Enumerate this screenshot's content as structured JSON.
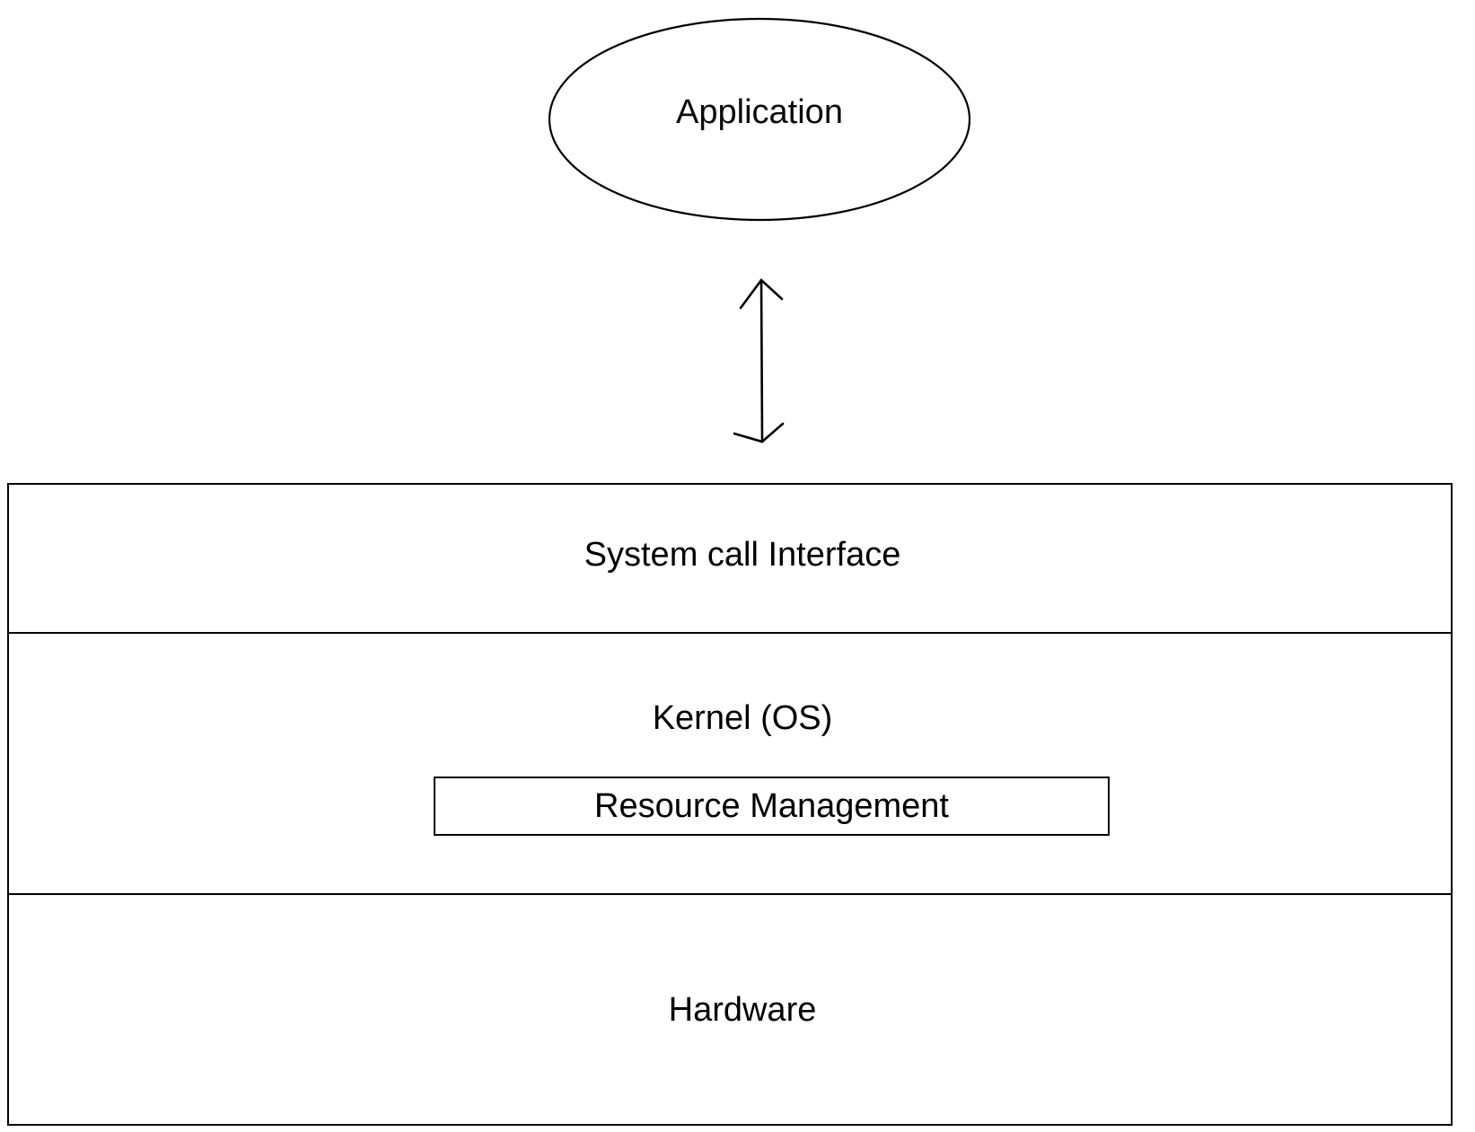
{
  "diagram": {
    "application": {
      "label": "Application",
      "shape": "ellipse"
    },
    "connector": {
      "icon": "double-headed-vertical-arrow-icon",
      "direction": "bidirectional"
    },
    "layers": {
      "system_call": {
        "label": "System call Interface"
      },
      "kernel": {
        "label": "Kernel (OS)"
      },
      "resource_management": {
        "label": "Resource Management"
      },
      "hardware": {
        "label": "Hardware"
      }
    }
  },
  "colors": {
    "background": "#ffffff",
    "stroke": "#000000",
    "text": "#0a0a0a"
  }
}
